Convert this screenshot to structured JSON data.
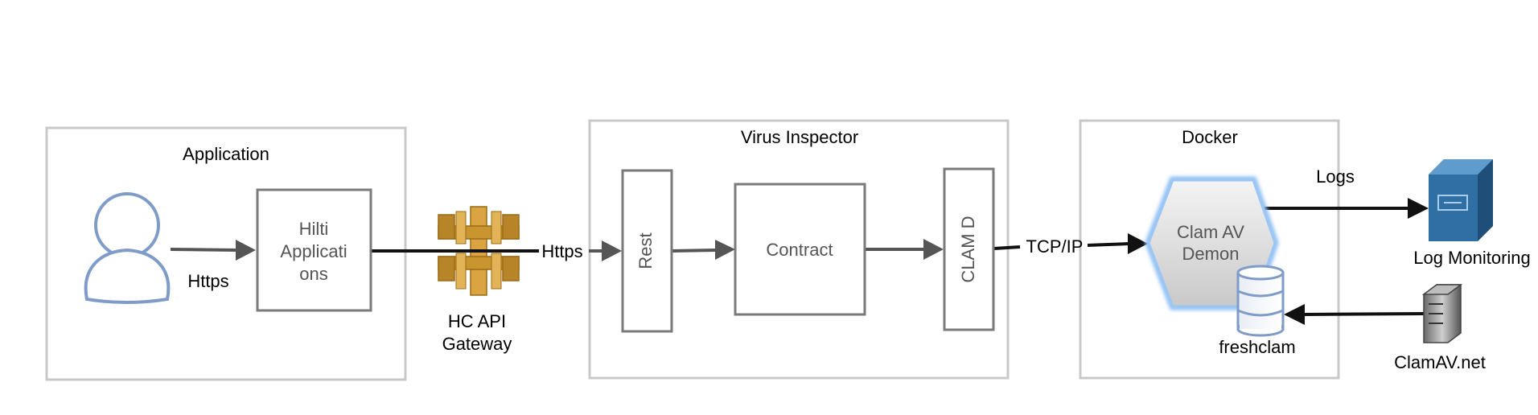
{
  "groups": {
    "application": "Application",
    "virus_inspector": "Virus Inspector",
    "docker": "Docker"
  },
  "nodes": {
    "hilti_app_line1": "Hilti",
    "hilti_app_line2": "Applicati",
    "hilti_app_line3": "ons",
    "gateway_line1": "HC API",
    "gateway_line2": "Gateway",
    "rest": "Rest",
    "contract": "Contract",
    "clamd": "CLAM D",
    "clamav_line1": "Clam AV",
    "clamav_line2": "Demon",
    "freshclam": "freshclam",
    "log_monitoring": "Log Monitoring",
    "clamav_net": "ClamAV.net"
  },
  "edges": {
    "user_to_app": "Https",
    "gateway_to_rest": "Https",
    "clamd_to_demon": "TCP/IP",
    "demon_to_logs": "Logs"
  },
  "colors": {
    "group_border": "#c8c8c8",
    "box_border": "#7a7a7a",
    "user_icon": "#7f9cc8",
    "gateway_gold": "#c8952e",
    "hexagon_glow": "#8fbff2",
    "server_blue": "#2f6fa3"
  },
  "icons": [
    "user-icon",
    "api-gateway-icon",
    "database-icon",
    "server-icon",
    "clamav-server-icon"
  ]
}
